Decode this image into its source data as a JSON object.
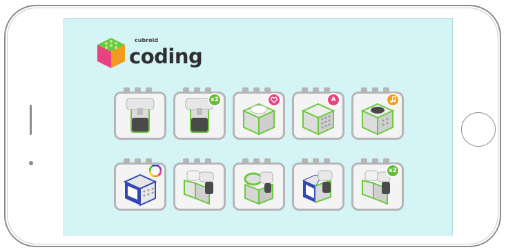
{
  "app": {
    "brand_small": "cubroid",
    "title": "coding"
  },
  "colors": {
    "screen_bg": "#d5f4f6",
    "tile_border": "#b5b5b5",
    "block_green": "#6cc83f",
    "block_grey": "#d9d9d9",
    "block_dark": "#3f3f3f",
    "block_blue": "#3347b8",
    "badge_green": "#66bb3a",
    "badge_pink": "#e8437e",
    "badge_orange": "#f29b1f"
  },
  "rows": [
    {
      "tiles": [
        {
          "name": "motor-block-tile",
          "icon": "motor-block-icon",
          "badge": ""
        },
        {
          "name": "motor-block-x2-tile",
          "icon": "motor-block-icon",
          "badge": "x2"
        },
        {
          "name": "heart-block-tile",
          "icon": "heart-icon",
          "badge": ""
        },
        {
          "name": "letter-a-block-tile",
          "icon": "letter-a-icon",
          "badge": "A"
        },
        {
          "name": "music-block-tile",
          "icon": "music-note-icon",
          "badge": ""
        }
      ]
    },
    {
      "tiles": [
        {
          "name": "color-sensor-block-tile",
          "icon": "color-wheel-icon",
          "badge": ""
        },
        {
          "name": "motor-combo-tile",
          "icon": "motor-combo-icon",
          "badge": ""
        },
        {
          "name": "motor-combo-green-tile",
          "icon": "motor-combo-icon",
          "badge": ""
        },
        {
          "name": "sensor-motor-combo-tile",
          "icon": "sensor-motor-icon",
          "badge": ""
        },
        {
          "name": "motor-combo-x2-tile",
          "icon": "motor-combo-icon",
          "badge": "x2"
        }
      ]
    }
  ]
}
